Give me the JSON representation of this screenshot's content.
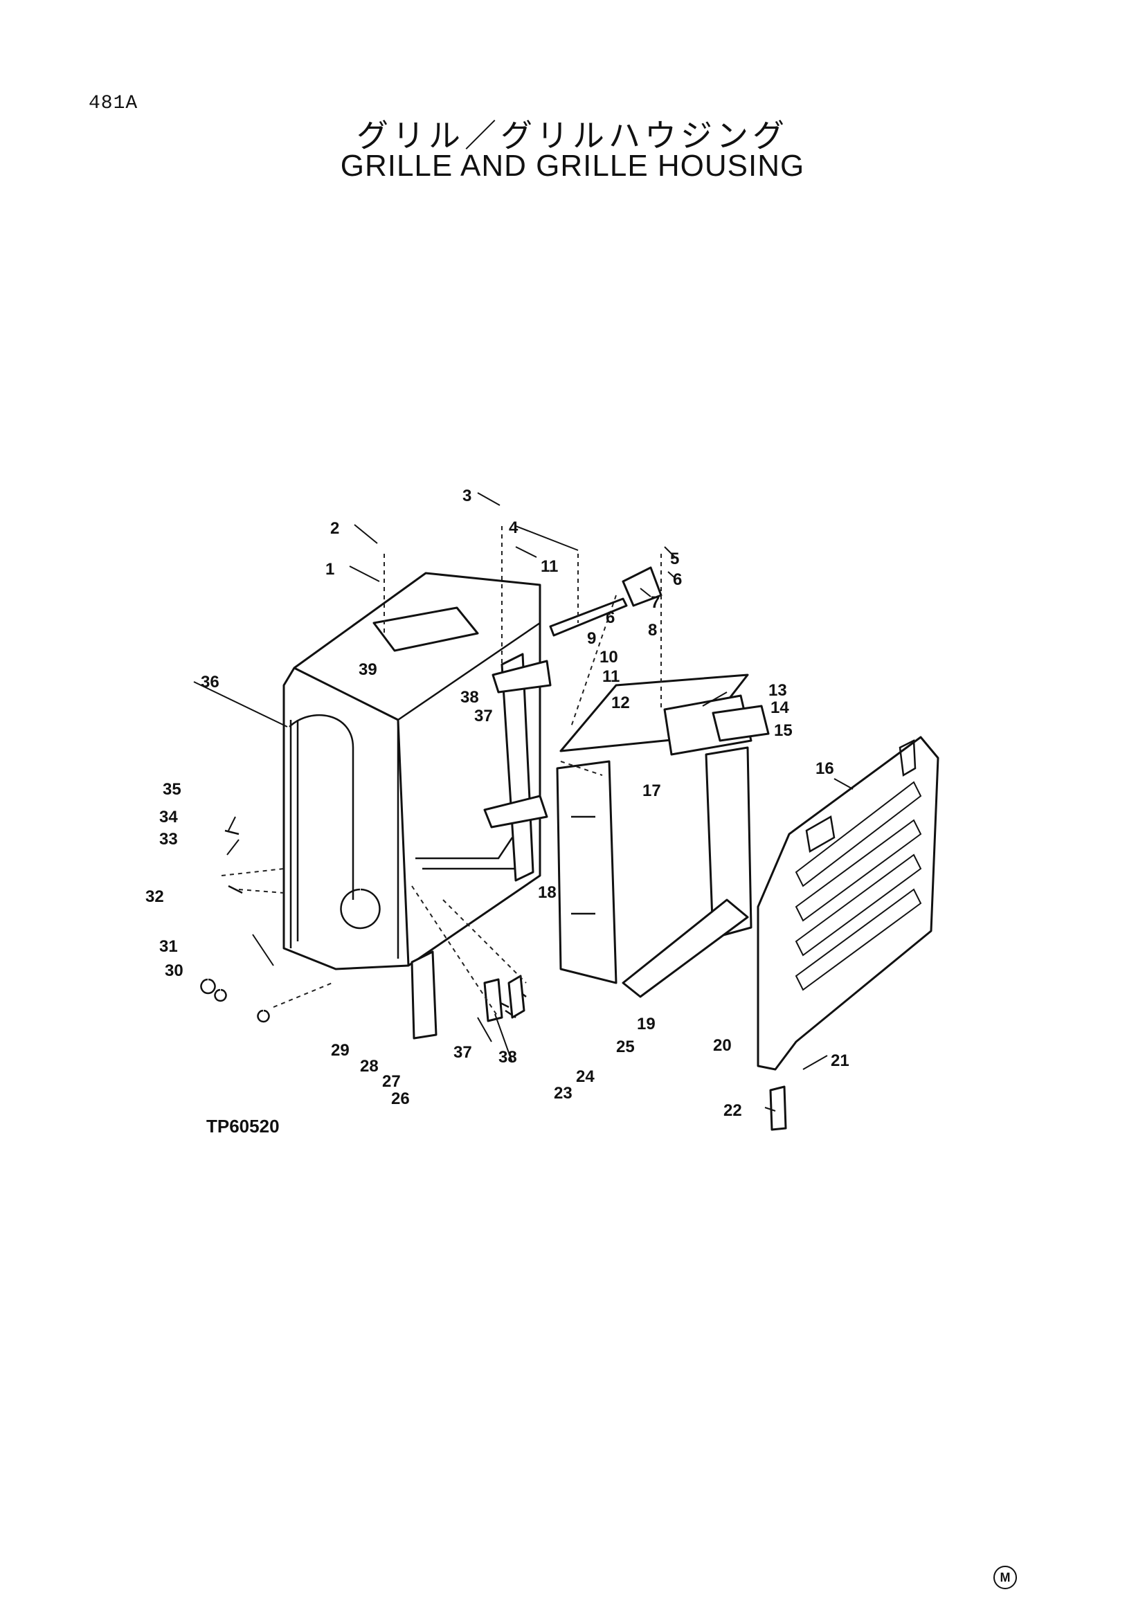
{
  "page_code": "481A",
  "title_ja": "グリル／グリルハウジング",
  "title_en": "GRILLE AND GRILLE HOUSING",
  "figure_code": "TP60520",
  "corner_mark": "M",
  "callouts": [
    "1",
    "2",
    "3",
    "4",
    "5",
    "6",
    "6",
    "7",
    "8",
    "9",
    "10",
    "11",
    "11",
    "12",
    "13",
    "14",
    "15",
    "16",
    "17",
    "18",
    "19",
    "20",
    "21",
    "22",
    "23",
    "24",
    "25",
    "26",
    "27",
    "28",
    "29",
    "30",
    "31",
    "32",
    "33",
    "34",
    "35",
    "36",
    "37",
    "37",
    "38",
    "38",
    "39"
  ]
}
